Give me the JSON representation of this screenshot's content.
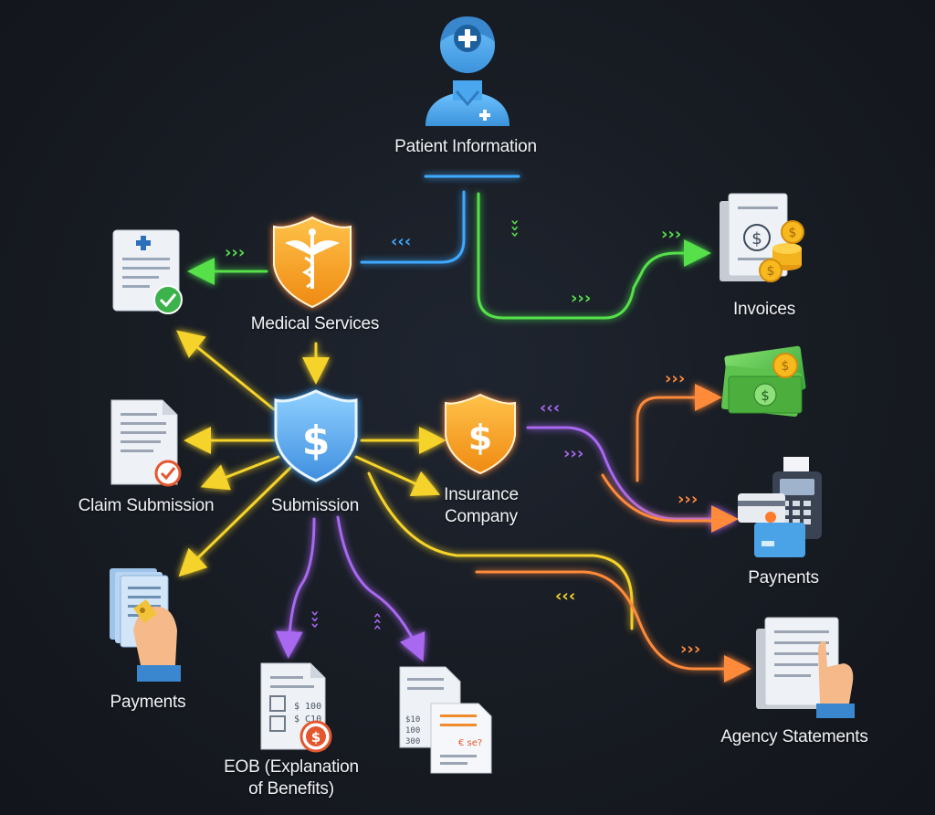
{
  "nodes": {
    "patient": {
      "label": "Patient Information"
    },
    "medical": {
      "label": "Medical Services"
    },
    "invoices": {
      "label": "Invoices"
    },
    "claim": {
      "label": "Claim Submission"
    },
    "submission": {
      "label": "Submission"
    },
    "insurance": {
      "label_line1": "Insurance",
      "label_line2": "Company"
    },
    "payments_right": {
      "label": "Paynents"
    },
    "payments_left": {
      "label": "Payments"
    },
    "eob": {
      "label_line1": "EOB (Explanation",
      "label_line2": "of Benefits)"
    },
    "agency": {
      "label": "Agency Statements"
    }
  },
  "document_text": {
    "eob_lines": [
      "$ 100",
      "$ C10"
    ],
    "statement_lines": [
      "$10",
      "100",
      "300"
    ],
    "statement_tag": "€ se?"
  },
  "colors": {
    "green": "#56e04a",
    "blue": "#3fa9ff",
    "yellow": "#f5d32a",
    "orange": "#ff8a3a",
    "purple": "#a868f0",
    "orange_shield": "#f5a623",
    "blue_shield": "#4d9fe8"
  }
}
